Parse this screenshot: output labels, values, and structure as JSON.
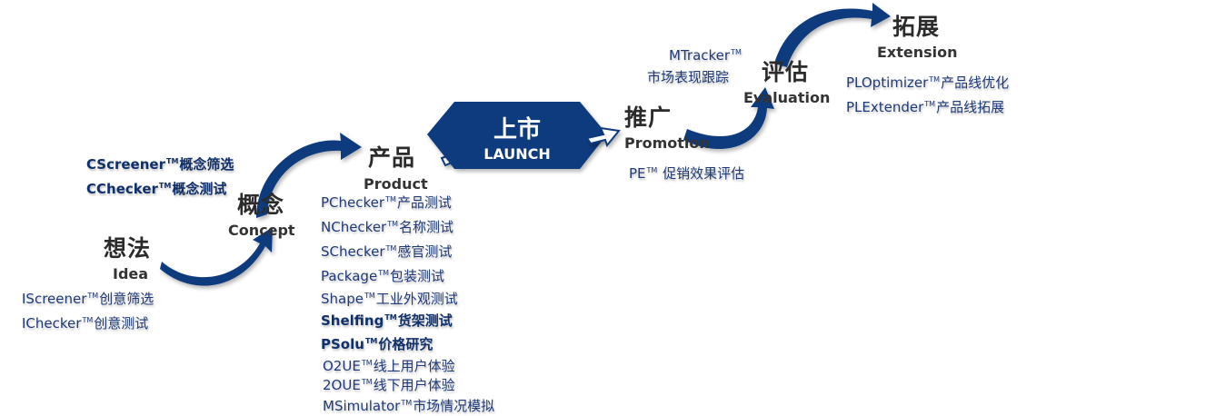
{
  "colors": {
    "navy": "#0b3a7e",
    "navy_dark": "#062a63",
    "tool_text": "#1e3a78",
    "title_text": "#2b2b2b"
  },
  "stages": {
    "idea": {
      "cn": "想法",
      "en": "Idea",
      "tools": [
        {
          "name": "IScreener",
          "tm": "TM",
          "desc": "创意筛选"
        },
        {
          "name": "IChecker",
          "tm": "TM",
          "desc": "创意测试"
        }
      ]
    },
    "concept": {
      "cn": "概念",
      "en": "Concept",
      "tools": [
        {
          "name": "CScreener",
          "tm": "TM",
          "desc": "概念筛选"
        },
        {
          "name": "CChecker",
          "tm": "TM",
          "desc": "概念测试"
        }
      ]
    },
    "product": {
      "cn": "产品",
      "en": "Product",
      "tools": [
        {
          "name": "PChecker",
          "tm": "TM",
          "desc": "产品测试"
        },
        {
          "name": "NChecker",
          "tm": "TM",
          "desc": "名称测试"
        },
        {
          "name": "SChecker",
          "tm": "TM",
          "desc": "感官测试"
        },
        {
          "name": "Package",
          "tm": "TM",
          "desc": "包装测试"
        },
        {
          "name": "Shape",
          "tm": "TM",
          "desc": "工业外观测试"
        },
        {
          "name": "Shelfing",
          "tm": "TM",
          "desc": "货架测试"
        },
        {
          "name": "PSolu",
          "tm": "TM",
          "desc": "价格研究"
        },
        {
          "name": "O2UE",
          "tm": "TM",
          "desc": "线上用户体验"
        },
        {
          "name": "2OUE",
          "tm": "TM",
          "desc": "线下用户体验"
        },
        {
          "name": "MSimulator",
          "tm": "TM",
          "desc": "市场情况模拟"
        }
      ]
    },
    "launch": {
      "cn": "上市",
      "en": "LAUNCH"
    },
    "promotion": {
      "cn": "推广",
      "en": "Promotion",
      "tools": [
        {
          "name": "PE",
          "tm": "TM",
          "desc": "促销效果评估"
        }
      ]
    },
    "evaluation": {
      "cn": "评估",
      "en": "Evaluation",
      "tools": [
        {
          "name": "MTracker",
          "tm": "TM",
          "desc": "市场表现跟踪"
        }
      ]
    },
    "extension": {
      "cn": "拓展",
      "en": "Extension",
      "tools": [
        {
          "name": "PLOptimizer",
          "tm": "TM",
          "desc": "产品线优化"
        },
        {
          "name": "PLExtender",
          "tm": "TM",
          "desc": "产品线拓展"
        }
      ]
    }
  }
}
